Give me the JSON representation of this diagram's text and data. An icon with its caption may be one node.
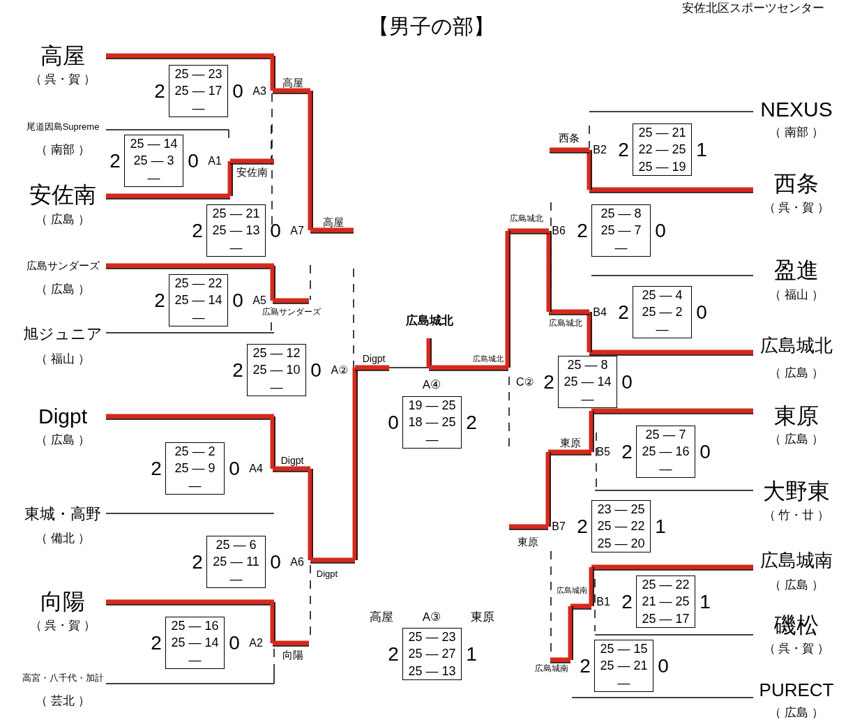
{
  "diagram": {
    "title": "【男子の部】",
    "nodes": [
      {
        "text": [
          "高屋",
          "（ 呉・賀 ）"
        ]
      },
      {
        "text": [
          "尾道因島Supreme",
          "（ 南部 ）"
        ]
      },
      {
        "text": [
          "安佐南",
          "（ 広島 ）"
        ]
      },
      {
        "text": [
          "広島サンダーズ",
          "（ 広島 ）"
        ]
      },
      {
        "text": [
          "旭ジュニア",
          "（ 福山 ）"
        ]
      },
      {
        "text": [
          "Digpt",
          "（ 広島 ）"
        ]
      },
      {
        "text": [
          "東城・高野",
          "（ 備北 ）"
        ]
      },
      {
        "text": [
          "向陽",
          "（ 呉・賀 ）"
        ]
      },
      {
        "text": [
          "高宮・八千代・加計",
          "（ 芸北 ）"
        ]
      },
      {
        "text": [
          "NEXUS",
          "（ 南部 ）"
        ]
      },
      {
        "text": [
          "西条",
          "（ 呉・賀 ）"
        ]
      },
      {
        "text": [
          "盈進",
          "（ 福山 ）"
        ]
      },
      {
        "text": [
          "広島城北",
          "（ 広島 ）"
        ]
      },
      {
        "text": [
          "東原",
          "（ 広島 ）"
        ]
      },
      {
        "text": [
          "大野東",
          "（ 竹・廿 ）"
        ]
      },
      {
        "text": [
          "広島城南",
          "（ 広島 ）"
        ]
      },
      {
        "text": [
          "磯松",
          "（ 呉・賀 ）"
        ]
      },
      {
        "text": [
          "PURECT",
          "（ 広島 ）"
        ]
      },
      {
        "text": [
          "25 — 23",
          "25 — 17",
          "—"
        ],
        "beside": [
          "2",
          "0",
          "A3"
        ]
      },
      {
        "text": [
          "25 — 14",
          "25 — 3",
          "—"
        ],
        "beside": [
          "2",
          "0",
          "A1"
        ]
      },
      {
        "text": [
          "25 — 21",
          "25 — 13",
          "—"
        ],
        "beside": [
          "2",
          "0",
          "A7"
        ]
      },
      {
        "text": [
          "25 — 22",
          "25 — 14",
          "—"
        ],
        "beside": [
          "2",
          "0",
          "A5"
        ]
      },
      {
        "text": [
          "25 — 12",
          "25 — 10",
          "—"
        ],
        "beside": [
          "2",
          "0",
          "A②"
        ]
      },
      {
        "text": [
          "25 — 2",
          "25 — 9",
          "—"
        ],
        "beside": [
          "2",
          "0",
          "A4"
        ]
      },
      {
        "text": [
          "25 — 6",
          "25 — 11",
          "—"
        ],
        "beside": [
          "2",
          "0",
          "A6"
        ]
      },
      {
        "text": [
          "25 — 16",
          "25 — 14",
          "—"
        ],
        "beside": [
          "2",
          "0",
          "A2"
        ]
      },
      {
        "text": [
          "19 — 25",
          "18 — 25",
          "—"
        ],
        "beside": [
          "A④",
          "0",
          "2"
        ]
      },
      {
        "text": [
          "25 — 23",
          "25 — 27",
          "25 — 13"
        ],
        "beside": [
          "高屋",
          "A③",
          "東原",
          "2",
          "1"
        ]
      },
      {
        "text": [
          "25 — 21",
          "22 — 25",
          "25 — 19"
        ],
        "beside": [
          "B2",
          "2",
          "1"
        ]
      },
      {
        "text": [
          "25 — 8",
          "25 — 7",
          "—"
        ],
        "beside": [
          "B6",
          "2",
          "0"
        ]
      },
      {
        "text": [
          "25 — 4",
          "25 — 2",
          "—"
        ],
        "beside": [
          "B4",
          "2",
          "0"
        ]
      },
      {
        "text": [
          "25 — 8",
          "25 — 14",
          "—"
        ],
        "beside": [
          "C②",
          "2",
          "0"
        ]
      },
      {
        "text": [
          "25 — 7",
          "25 — 16",
          "—"
        ],
        "beside": [
          "B5",
          "2",
          "0"
        ]
      },
      {
        "text": [
          "23 — 25",
          "25 — 22",
          "25 — 20"
        ],
        "beside": [
          "B7",
          "2",
          "1"
        ]
      },
      {
        "text": [
          "25 — 22",
          "21 — 25",
          "25 — 17"
        ],
        "beside": [
          "B1",
          "2",
          "1"
        ]
      },
      {
        "text": [
          "25 — 15",
          "25 — 21",
          "—"
        ],
        "beside": [
          "2",
          "0"
        ]
      }
    ],
    "labels": [
      "安佐北区スポーツセンター",
      "高屋",
      "安佐南",
      "高屋",
      "広島サンダーズ",
      "広島城北",
      "Digpt",
      "広島城北",
      "Digpt",
      "Digpt",
      "向陽",
      "西条",
      "広島城北",
      "広島城北",
      "東原",
      "東原",
      "広島城南",
      "広島城南"
    ]
  }
}
